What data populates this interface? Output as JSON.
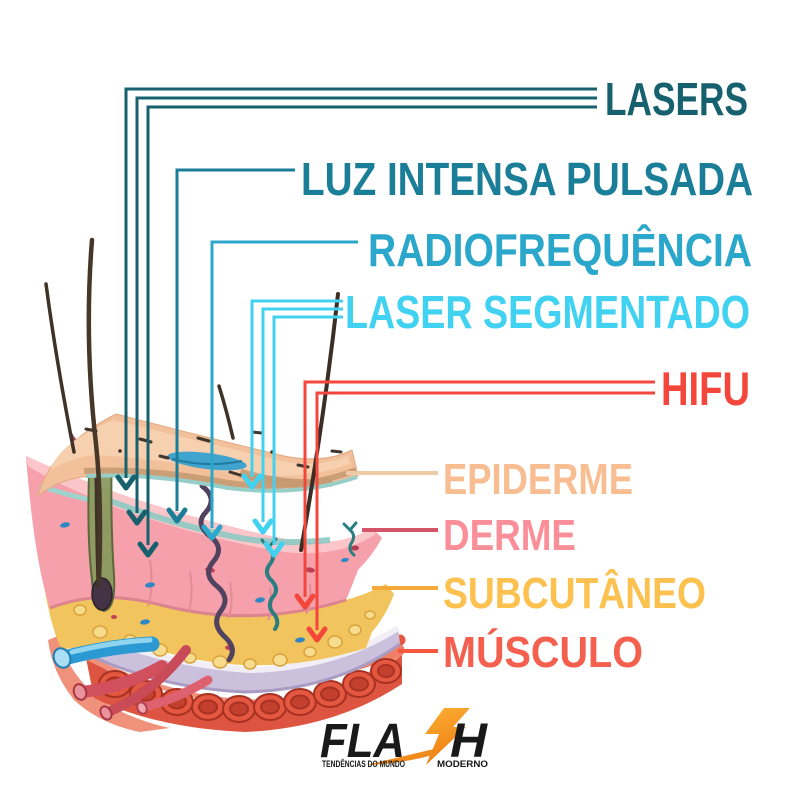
{
  "page": {
    "background": "#ffffff"
  },
  "treatments": [
    {
      "label": "LASERS",
      "color": "#17616f",
      "depth_note": "3 arrows into epidermis/dermis"
    },
    {
      "label": "LUZ INTENSA PULSADA",
      "color": "#1b7e99",
      "depth_note": "1 arrow into upper dermis"
    },
    {
      "label": "RADIOFREQUÊNCIA",
      "color": "#2ba7cb",
      "depth_note": "1 arrow into dermis"
    },
    {
      "label": "LASER SEGMENTADO",
      "color": "#41d2f2",
      "depth_note": "3 arrows into epidermis/dermis"
    },
    {
      "label": "HIFU",
      "color": "#f4473c",
      "depth_note": "2 arrows into subcutaneous/muscle"
    }
  ],
  "skin_layers": [
    {
      "label": "EPIDERME",
      "text_color": "#f9bd92",
      "line_color": "#eecaa6"
    },
    {
      "label": "DERME",
      "text_color": "#fb8f99",
      "line_color": "#d65468"
    },
    {
      "label": "SUBCUTÂNEO",
      "text_color": "#fcc14e",
      "line_color": "#f5a93a"
    },
    {
      "label": "MÚSCULO",
      "text_color": "#f45f4e",
      "line_color": "#f4583e"
    }
  ],
  "logo": {
    "word_start": "FLA",
    "word_end": "H",
    "tagline_left": "TENDÊNCIAS DO MUNDO",
    "tagline_right": "MODERNO",
    "text_color": "#191919",
    "bolt_color_top": "#fbb034",
    "bolt_color_bottom": "#ef7c13"
  }
}
